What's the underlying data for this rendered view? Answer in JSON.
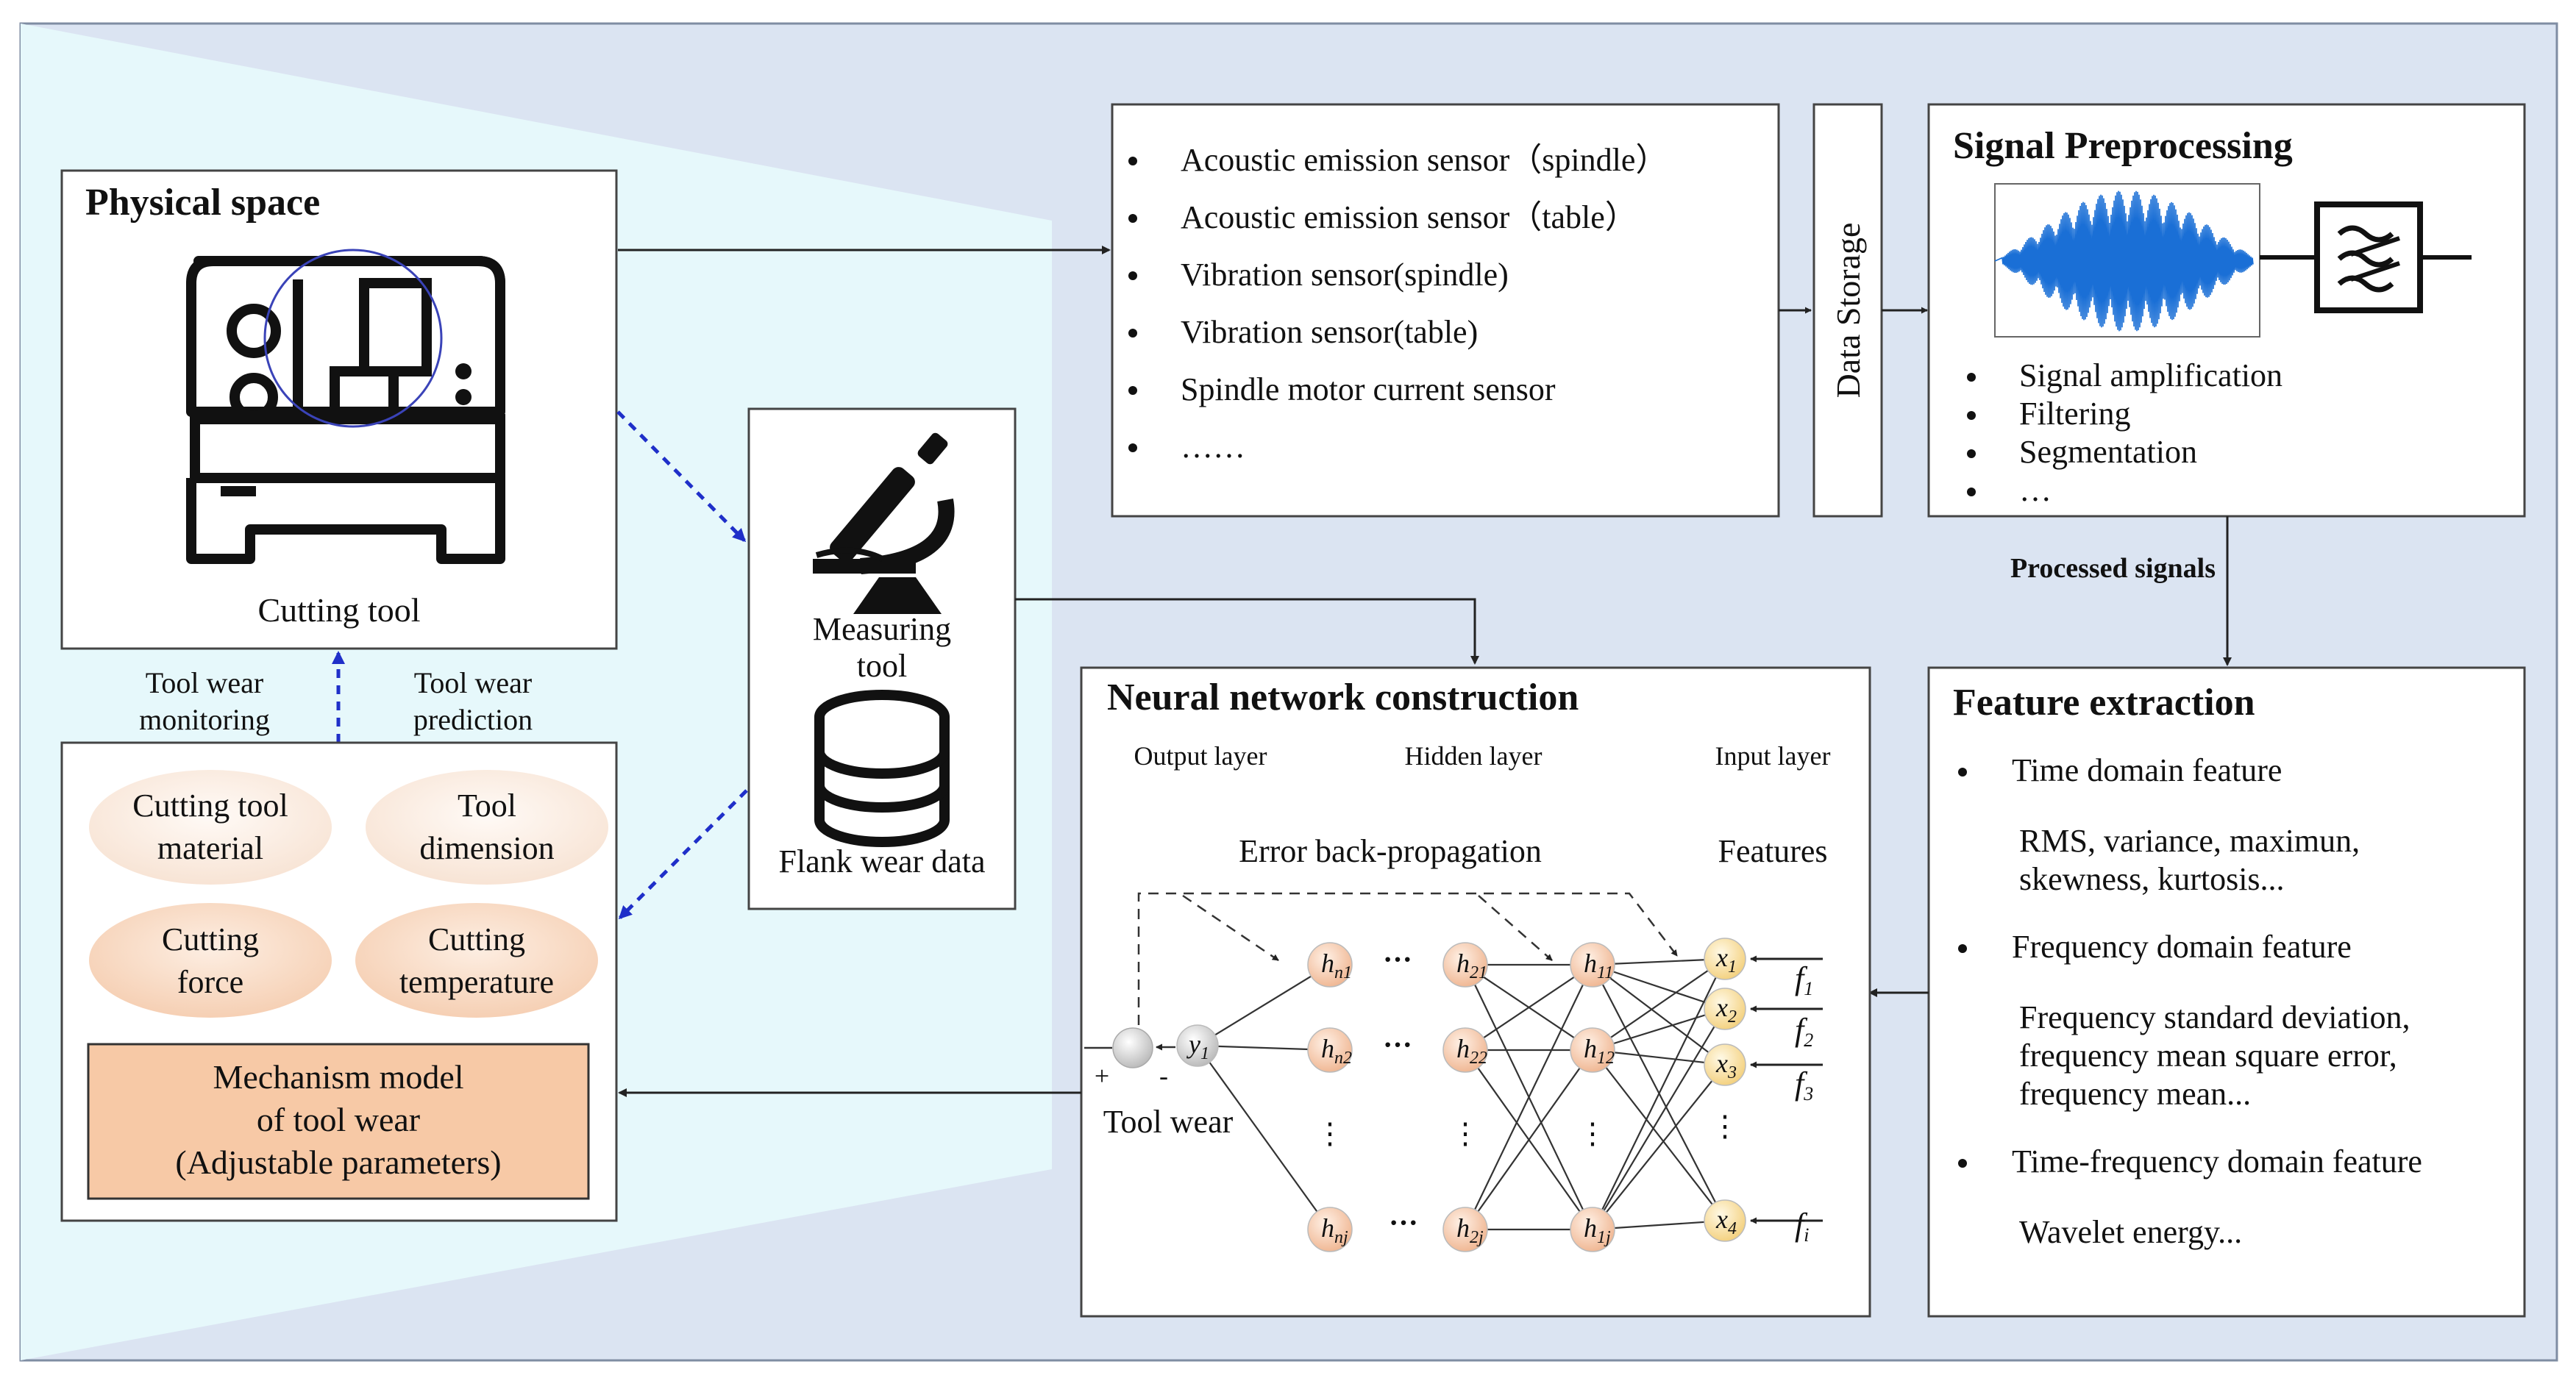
{
  "physical": {
    "title": "Physical space",
    "tool_label": "Cutting tool"
  },
  "arrow_labels": {
    "monitoring": [
      "Tool wear",
      "monitoring"
    ],
    "prediction": [
      "Tool wear",
      "prediction"
    ],
    "processed": "Processed signals"
  },
  "measuring": {
    "label": [
      "Measuring",
      "tool"
    ],
    "data_label": "Flank wear data"
  },
  "mechanism": {
    "params": [
      [
        "Cutting tool",
        "material"
      ],
      [
        "Tool",
        "dimension"
      ],
      [
        "Cutting",
        "force"
      ],
      [
        "Cutting",
        "temperature"
      ]
    ],
    "model_label": [
      "Mechanism model",
      "of tool wear",
      "(Adjustable parameters)"
    ]
  },
  "sensors": [
    "Acoustic emission sensor（spindle）",
    "Acoustic emission sensor（table）",
    "Vibration sensor(spindle)",
    "Vibration sensor(table)",
    "Spindle motor current sensor",
    "……"
  ],
  "storage_label": "Data Storage",
  "preprocessing": {
    "title": "Signal Preprocessing",
    "items": [
      "Signal amplification",
      "Filtering",
      "Segmentation",
      "…"
    ]
  },
  "feature_extraction": {
    "title": "Feature extraction",
    "groups": [
      {
        "heading": "Time domain feature",
        "detail": [
          "RMS, variance, maximun,",
          "skewness, kurtosis..."
        ]
      },
      {
        "heading": "Frequency domain feature",
        "detail": [
          "Frequency standard deviation,",
          "frequency mean square error,",
          "frequency mean..."
        ]
      },
      {
        "heading": "Time-frequency domain feature",
        "detail": [
          "Wavelet energy..."
        ]
      }
    ]
  },
  "neural": {
    "title": "Neural network construction",
    "layers": [
      "Output layer",
      "Hidden layer",
      "Input layer"
    ],
    "backprop": "Error back-propagation",
    "features_label": "Features",
    "output_label": "Tool wear",
    "plus": "+",
    "minus": "-",
    "y_node": "y",
    "y_sub": "1",
    "hidden_col3": [
      {
        "b": "h",
        "s": "n1"
      },
      {
        "b": "h",
        "s": "n2"
      },
      {
        "b": "h",
        "s": "nj"
      }
    ],
    "hidden_col2": [
      {
        "b": "h",
        "s": "21"
      },
      {
        "b": "h",
        "s": "22"
      },
      {
        "b": "h",
        "s": "2j"
      }
    ],
    "hidden_col1": [
      {
        "b": "h",
        "s": "11"
      },
      {
        "b": "h",
        "s": "12"
      },
      {
        "b": "h",
        "s": "1j"
      }
    ],
    "inputs": [
      {
        "b": "x",
        "s": "1"
      },
      {
        "b": "x",
        "s": "2"
      },
      {
        "b": "x",
        "s": "3"
      },
      {
        "b": "x",
        "s": "4"
      }
    ],
    "features": [
      {
        "b": "f",
        "s": "1"
      },
      {
        "b": "f",
        "s": "2"
      },
      {
        "b": "f",
        "s": "3"
      },
      {
        "b": "f",
        "s": "i"
      }
    ],
    "dots_h": "···",
    "dots_v": "⋮"
  },
  "colors": {
    "background": "#dbe4f2",
    "wedge": "#e6f8fb",
    "param_ellipse": "#fbefe6",
    "param_ellipse_alt": "#f9dcc6",
    "model_box": "#f7c9a6",
    "hidden_node": "#f3c3a3",
    "input_node": "#fbe3a3",
    "dash_arrow": "#1f2fc9",
    "waveform": "#1a6fd6"
  }
}
